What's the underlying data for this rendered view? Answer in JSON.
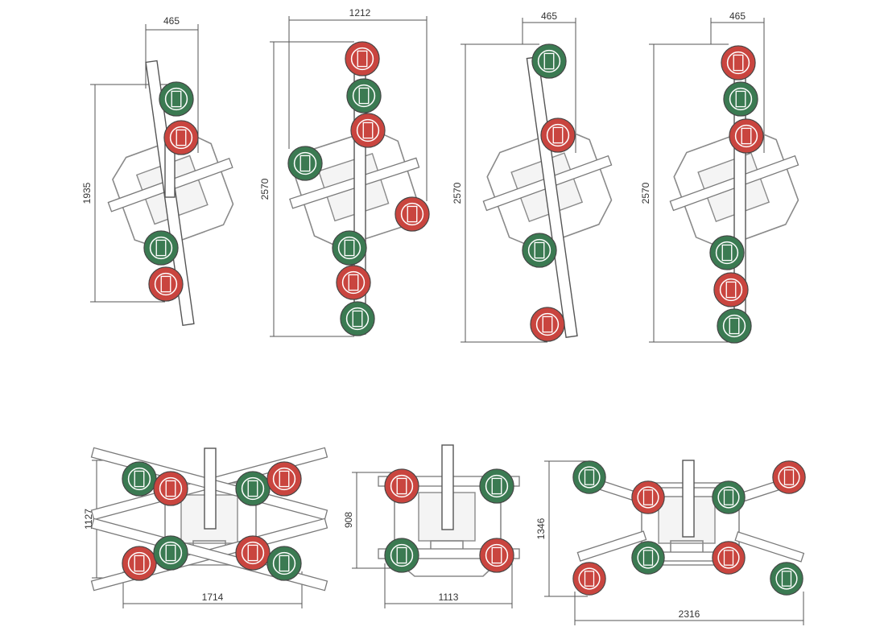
{
  "colors": {
    "active_pad": "#c9453f",
    "inactive_pad": "#3b7a52",
    "line": "#7a7a7a",
    "text": "#333333"
  },
  "labels": {
    "c1_width": "465",
    "c1_height": "1935",
    "c2_width": "1212",
    "c2_height": "2570",
    "c3_width": "465",
    "c3_height": "2570",
    "c4_width": "465",
    "c4_height": "2570",
    "c5_height": "1127",
    "c5_width": "1714",
    "c6_height": "908",
    "c6_width": "1113",
    "c7_height": "1346",
    "c7_width": "2316"
  }
}
